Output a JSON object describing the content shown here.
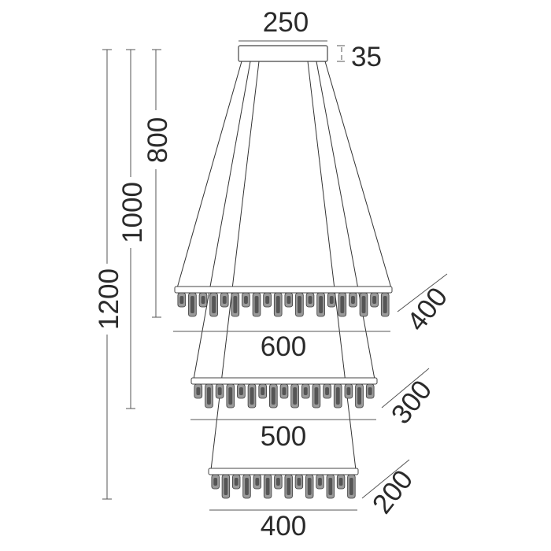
{
  "diagram": {
    "dimensions": {
      "canopy_width": "250",
      "canopy_height": "35",
      "drop_upper": "800",
      "drop_middle": "1000",
      "drop_total": "1200",
      "tier1_width": "600",
      "tier1_depth": "400",
      "tier2_width": "500",
      "tier2_depth": "300",
      "tier3_width": "400",
      "tier3_depth": "200"
    },
    "colors": {
      "line": "#333333",
      "text": "#2a2a2a",
      "crystal": "#9a9a9a"
    }
  }
}
